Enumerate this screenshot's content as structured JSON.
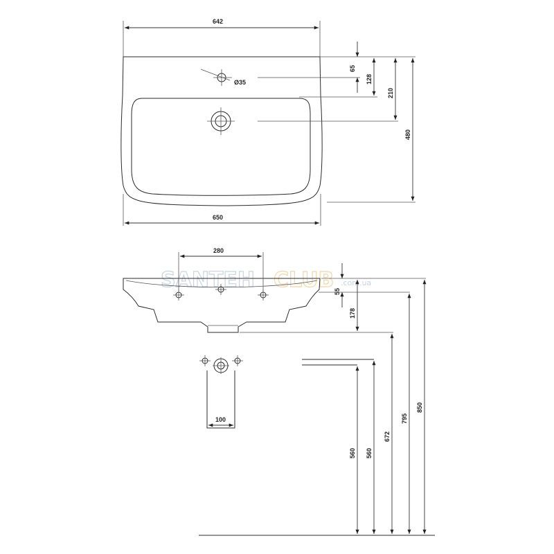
{
  "top_view": {
    "dim_width_top": "642",
    "dim_width_bottom": "650",
    "dim_65": "65",
    "dim_128": "128",
    "dim_210": "210",
    "dim_480": "480",
    "hole_label": "Ø35"
  },
  "side_view": {
    "dim_280": "280",
    "dim_55": "55",
    "dim_178": "178",
    "dim_100": "100",
    "dim_560a": "560",
    "dim_560b": "560",
    "dim_672": "672",
    "dim_795": "795",
    "dim_850": "850"
  },
  "watermark": {
    "part1": "SANTEH",
    "part2": "CLUB",
    "domain": ".com.ua"
  }
}
